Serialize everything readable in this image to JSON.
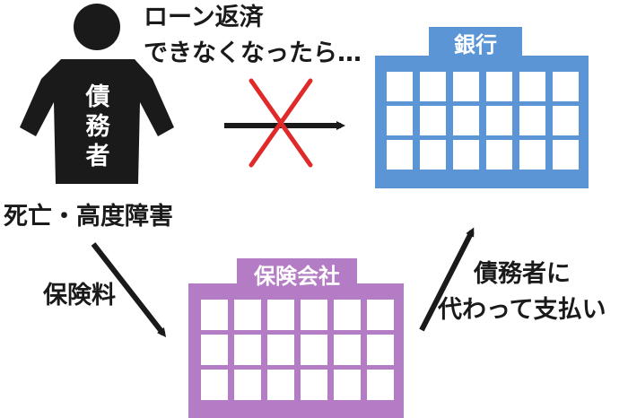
{
  "notes": {
    "loan_line1": "ローン返済",
    "loan_line2": "できなくなったら…",
    "death": "死亡・高度障害",
    "premium": "保険料",
    "pay_line1": "債務者に",
    "pay_line2": "代わって支払い"
  },
  "nodes": {
    "debtor": "債務者",
    "bank": "銀行",
    "insurer": "保険会社"
  },
  "colors": {
    "bank": "#5b95d6",
    "insurer": "#b47cc4",
    "person": "#1a1a1a",
    "cross": "#e02a2a"
  }
}
